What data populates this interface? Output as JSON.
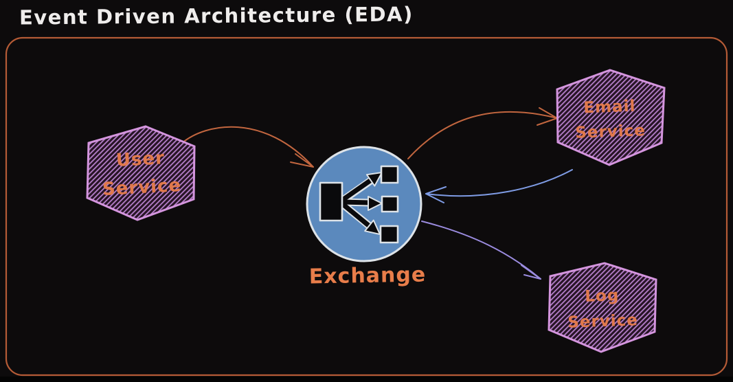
{
  "title": "Event Driven Architecture (EDA)",
  "nodes": {
    "user_service": {
      "line1": "User",
      "line2": "Service",
      "shape": "hexagon"
    },
    "email_service": {
      "line1": "Email",
      "line2": "Service",
      "shape": "hexagon"
    },
    "log_service": {
      "line1": "Log",
      "line2": "Service",
      "shape": "hexagon"
    },
    "exchange": {
      "label": "Exchange",
      "shape": "circle",
      "icon": "fanout-exchange-icon"
    }
  },
  "edges": [
    {
      "name": "user-to-exchange",
      "from": "user_service",
      "to": "exchange",
      "color": "#c2663f"
    },
    {
      "name": "exchange-to-email",
      "from": "exchange",
      "to": "email_service",
      "color": "#c2663f"
    },
    {
      "name": "email-to-exchange",
      "from": "email_service",
      "to": "exchange",
      "color": "#7f9ce5"
    },
    {
      "name": "exchange-to-log",
      "from": "exchange",
      "to": "log_service",
      "color": "#9b8ce0"
    }
  ],
  "colors": {
    "background": "#0d0b0c",
    "frame_border": "#b55b36",
    "title_text": "#efedec",
    "hexagon_outline": "#d495de",
    "hexagon_hatch_line": "#b780cc",
    "hexagon_hatch_bg": "#271425",
    "service_label": "#e0794b",
    "exchange_circle_fill": "#5b89bd",
    "exchange_circle_outline": "#dde3e8",
    "exchange_label": "#e87d4a",
    "arrow_orange": "#c2663f",
    "arrow_blue": "#7f9ce5",
    "arrow_purple": "#9b8ce0",
    "icon_black": "#0a0a0c"
  }
}
